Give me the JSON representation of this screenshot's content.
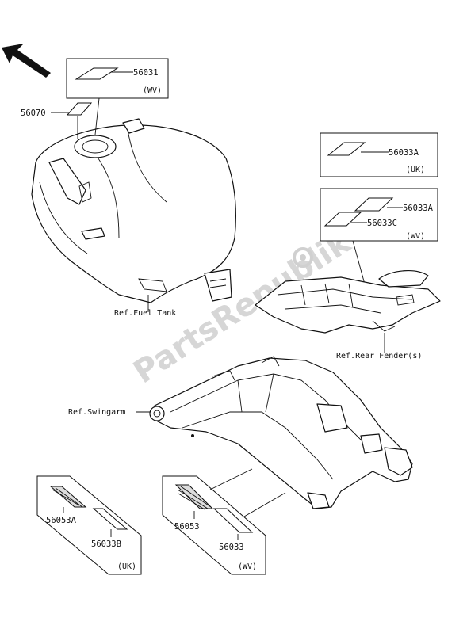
{
  "callouts": {
    "c56031": "56031",
    "c56031_region": "(WV)",
    "c56070": "56070",
    "c56033A_uk": "56033A",
    "c56033A_uk_region": "(UK)",
    "c56033A_wv": "56033A",
    "c56033C": "56033C",
    "wv_region_fender": "(WV)",
    "c56053A": "56053A",
    "c56033B": "56033B",
    "uk_region_swingarm": "(UK)",
    "c56053": "56053",
    "c56033": "56033",
    "wv_region_swingarm": "(WV)"
  },
  "references": {
    "fuel_tank": "Ref.Fuel Tank",
    "rear_fender": "Ref.Rear Fender(s)",
    "swingarm": "Ref.Swingarm"
  },
  "watermark": "PartsRepublik"
}
